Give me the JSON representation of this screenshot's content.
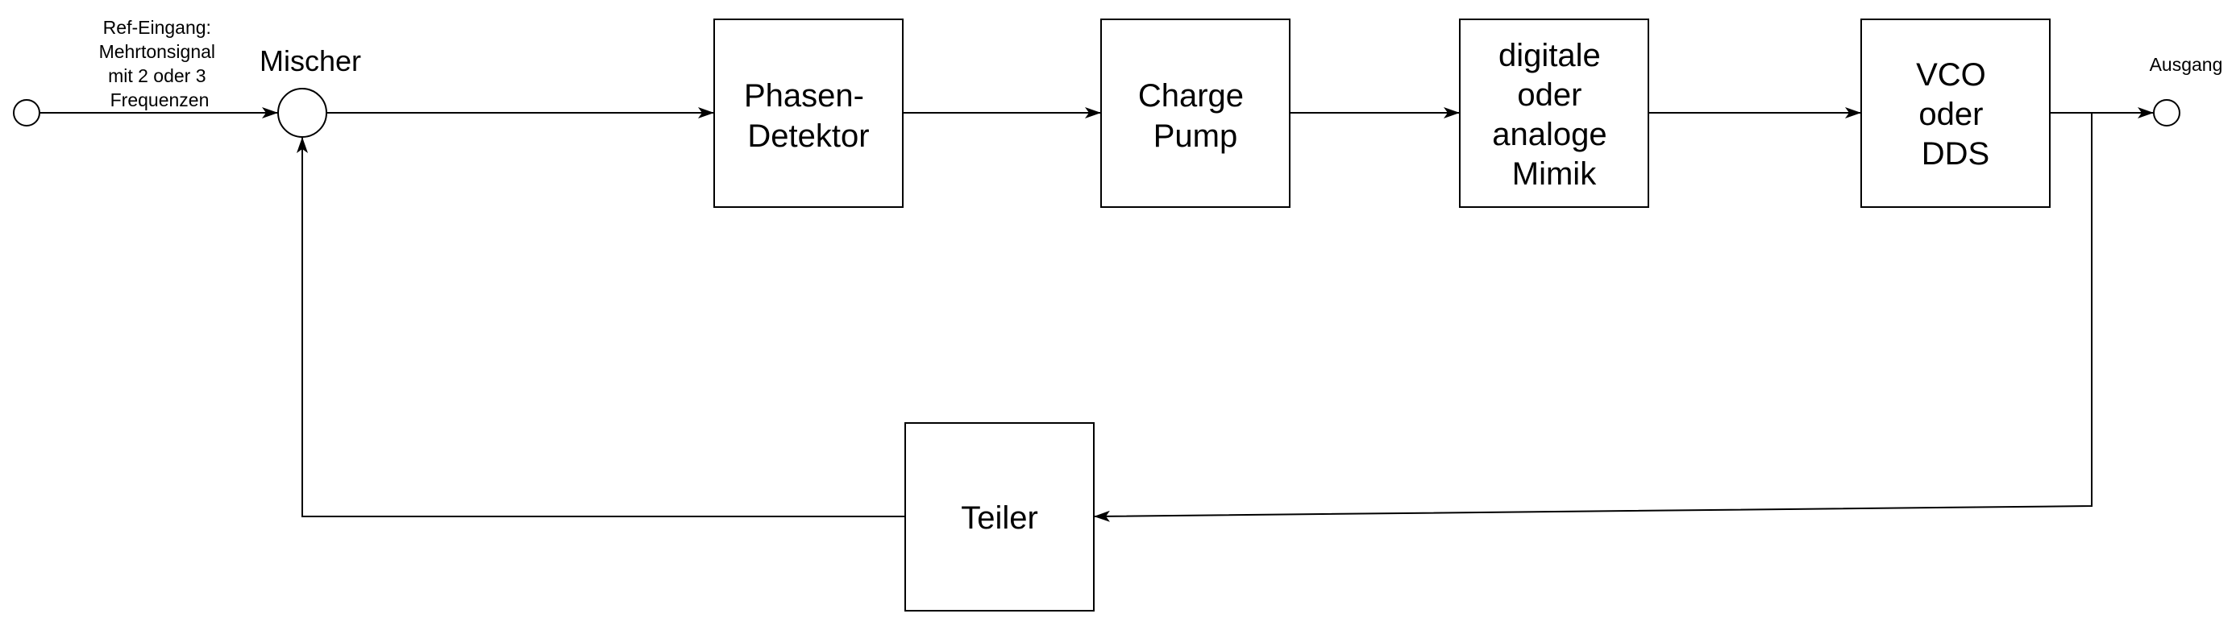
{
  "input_label": [
    "Ref-Eingang:",
    "Mehrtonsignal",
    "mit 2 oder 3",
    "Frequenzen"
  ],
  "mixer_label": "Mischer",
  "output_label": "Ausgang",
  "blocks": {
    "phase_detector": [
      "Phasen-",
      "Detektor"
    ],
    "charge_pump": [
      "Charge",
      "Pump"
    ],
    "filter": [
      "digitale",
      "oder",
      "analoge",
      "Mimik"
    ],
    "vco": [
      "VCO",
      "oder",
      "DDS"
    ],
    "divider": [
      "Teiler"
    ]
  },
  "colors": {
    "stroke": "#000000",
    "background": "#ffffff"
  }
}
